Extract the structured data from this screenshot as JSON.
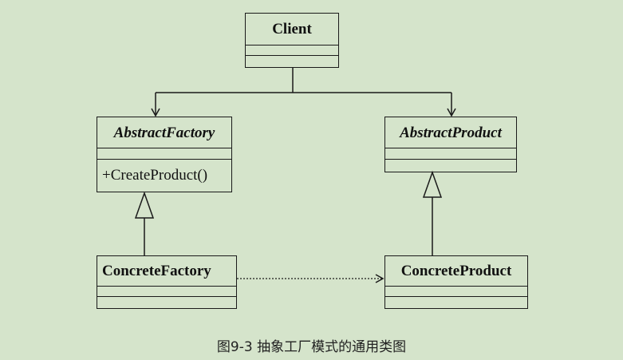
{
  "classes": {
    "client": {
      "name": "Client"
    },
    "abstract_factory": {
      "name": "AbstractFactory",
      "method": "+CreateProduct()"
    },
    "abstract_product": {
      "name": "AbstractProduct"
    },
    "concrete_factory": {
      "name": "ConcreteFactory"
    },
    "concrete_product": {
      "name": "ConcreteProduct"
    }
  },
  "caption": "图9-3 抽象工厂模式的通用类图"
}
